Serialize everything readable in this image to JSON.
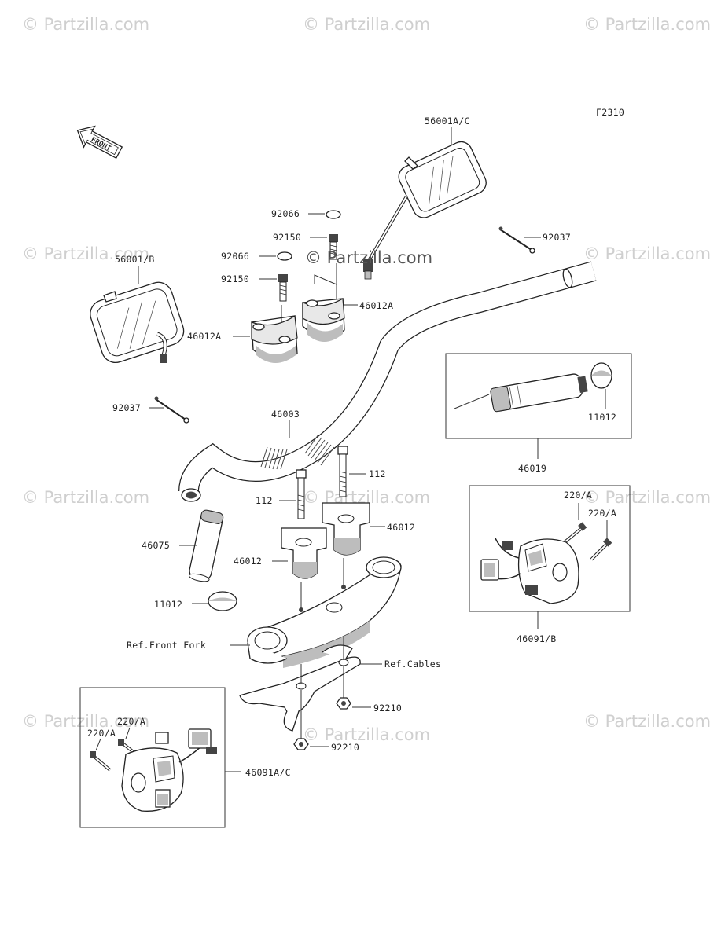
{
  "figure_code": "F2310",
  "front_arrow_text": "FRONT",
  "watermark": "© Partzilla.com",
  "labels": {
    "mirror_right": "56001A/C",
    "mirror_left": "56001/B",
    "o_ring_top": "92066",
    "bolt_upper_right": "92150",
    "o_ring_left": "92066",
    "bolt_left": "92150",
    "holder_right": "46012A",
    "holder_left": "46012A",
    "pin_right": "92037",
    "pin_left": "92037",
    "handlebar": "46003",
    "grip_assembly": "46019",
    "cap_right": "11012",
    "bolt_112_right": "112",
    "bolt_112_left": "112",
    "holder_lower_right": "46012",
    "holder_lower_left": "46012",
    "grip_left": "46075",
    "cap_left": "11012",
    "ref_front_fork": "Ref.Front Fork",
    "ref_cables": "Ref.Cables",
    "nut_upper": "92210",
    "nut_lower": "92210",
    "switch_right_screw_a": "220/A",
    "switch_right_screw_b": "220/A",
    "switch_right": "46091/B",
    "switch_left_screw_a": "220/A",
    "switch_left_screw_b": "220/A",
    "switch_left": "46091A/C"
  }
}
